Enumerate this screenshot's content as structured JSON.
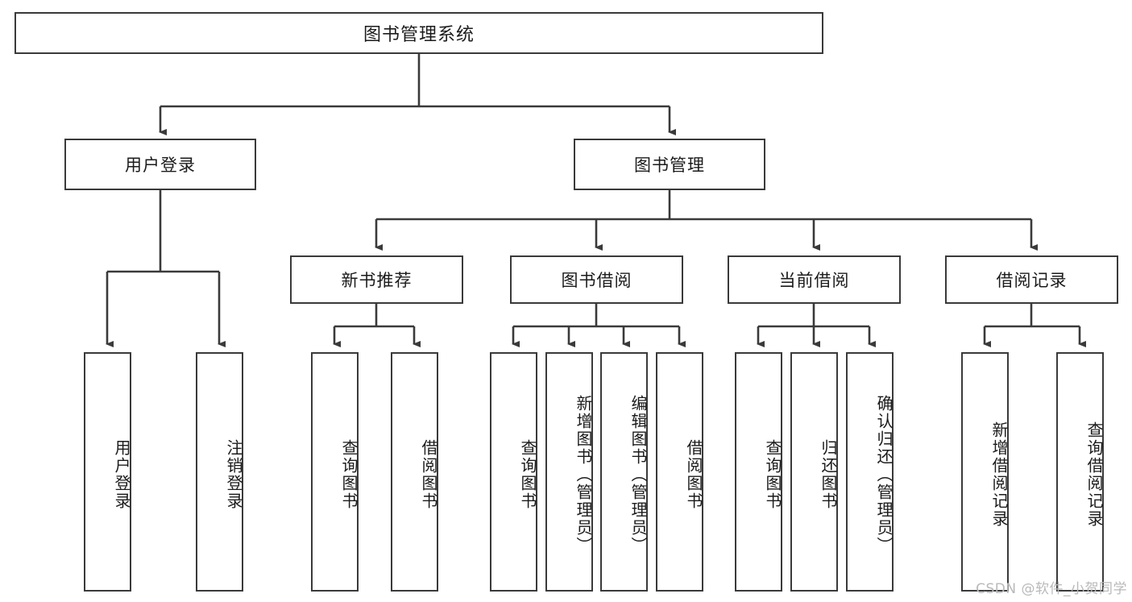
{
  "diagram": {
    "type": "tree-hierarchy",
    "title": "图书管理系统",
    "watermark": "CSDN @软件_小贺同学",
    "colors": {
      "stroke": "#3a3a3a",
      "fill": "#ffffff",
      "text": "#1b1b1b",
      "watermark": "#b9b9b9"
    },
    "root": {
      "label": "图书管理系统"
    },
    "level2": [
      {
        "label": "用户登录"
      },
      {
        "label": "图书管理"
      }
    ],
    "level3": [
      {
        "label": "新书推荐"
      },
      {
        "label": "图书借阅"
      },
      {
        "label": "当前借阅"
      },
      {
        "label": "借阅记录"
      }
    ],
    "leaves": {
      "user_login": [
        {
          "label": "用户登录"
        },
        {
          "label": "注销登录"
        }
      ],
      "new_book_recommend": [
        {
          "label": "查询图书"
        },
        {
          "label": "借阅图书"
        }
      ],
      "book_borrow": [
        {
          "label": "查询图书"
        },
        {
          "label": "新增图书（管理员）"
        },
        {
          "label": "编辑图书（管理员）"
        },
        {
          "label": "借阅图书"
        }
      ],
      "current_borrow": [
        {
          "label": "查询图书"
        },
        {
          "label": "归还图书"
        },
        {
          "label": "确认归还（管理员）"
        }
      ],
      "borrow_record": [
        {
          "label": "新增借阅记录"
        },
        {
          "label": "查询借阅记录"
        }
      ]
    }
  }
}
